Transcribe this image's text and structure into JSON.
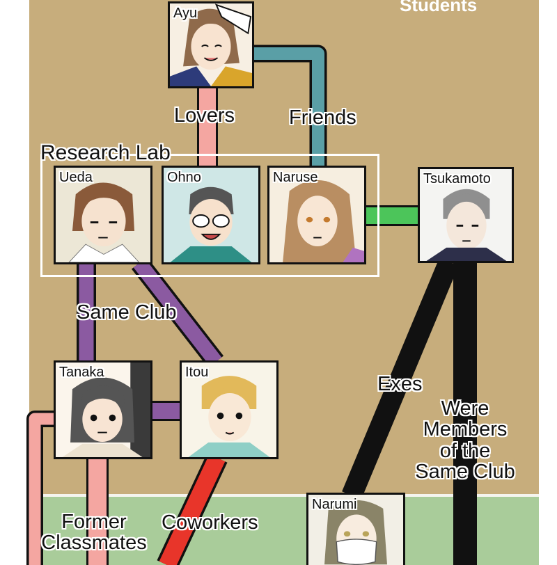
{
  "header": {
    "partial_title": "Students",
    "lab_title": "Research Lab"
  },
  "people": [
    {
      "id": "ayu",
      "name": "Ayu"
    },
    {
      "id": "ueda",
      "name": "Ueda"
    },
    {
      "id": "ohno",
      "name": "Ohno"
    },
    {
      "id": "naruse",
      "name": "Naruse"
    },
    {
      "id": "tsukamoto",
      "name": "Tsukamoto"
    },
    {
      "id": "tanaka",
      "name": "Tanaka"
    },
    {
      "id": "itou",
      "name": "Itou"
    },
    {
      "id": "narumi",
      "name": "Narumi"
    }
  ],
  "relations": {
    "lovers": "Lovers",
    "friends": "Friends",
    "same_club": "Same Club",
    "exes": "Exes",
    "were_members": "Were Members of the Same Club",
    "former_classmates": "Former Classmates",
    "coworkers": "Coworkers"
  },
  "colors": {
    "background": "#c7ad7c",
    "bottom_band": "#a9cc9a",
    "lovers": "#f4a6a1",
    "friends": "#5a9fa6",
    "same_club": "#8b5aa1",
    "exes": "#111111",
    "coworkers": "#e8352a",
    "naruse_tsukamoto": "#4cc55a"
  }
}
